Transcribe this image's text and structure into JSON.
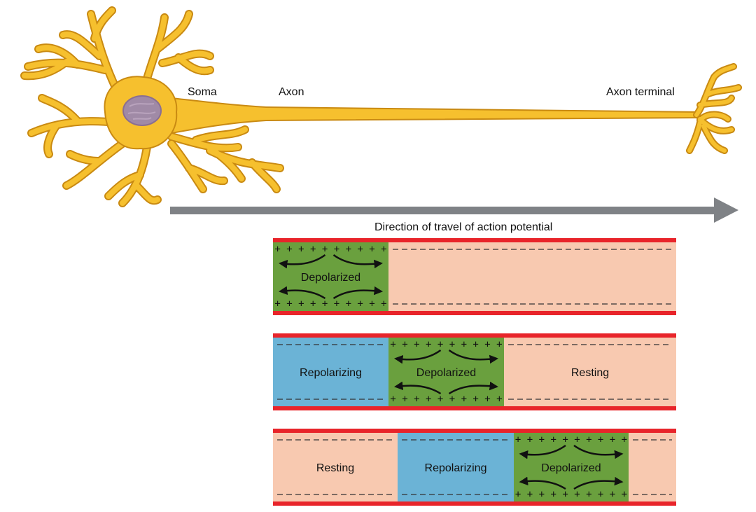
{
  "neuron": {
    "labels": {
      "soma": "Soma",
      "axon": "Axon",
      "axon_terminal": "Axon terminal"
    }
  },
  "direction_label": "Direction of travel of action potential",
  "region_labels": {
    "depolarized": "Depolarized",
    "repolarizing": "Repolarizing",
    "resting": "Resting"
  },
  "colors": {
    "neuron_fill": "#f6c02e",
    "neuron_stroke": "#c98a12",
    "nucleus": "#a08aa6",
    "arrow": "#7f8286",
    "membrane": "#e8242a",
    "resting": "#f8c9b0",
    "depolarized": "#6aa03e",
    "repolarizing": "#6bb3d6"
  },
  "strips": [
    {
      "regions": [
        {
          "state": "depolarized",
          "label": "Depolarized"
        },
        {
          "state": "resting",
          "label": ""
        }
      ]
    },
    {
      "regions": [
        {
          "state": "repolarizing",
          "label": "Repolarizing"
        },
        {
          "state": "depolarized",
          "label": "Depolarized"
        },
        {
          "state": "resting",
          "label": "Resting"
        }
      ]
    },
    {
      "regions": [
        {
          "state": "resting",
          "label": "Resting"
        },
        {
          "state": "repolarizing",
          "label": "Repolarizing"
        },
        {
          "state": "depolarized",
          "label": "Depolarized"
        },
        {
          "state": "resting",
          "label": ""
        }
      ]
    }
  ]
}
